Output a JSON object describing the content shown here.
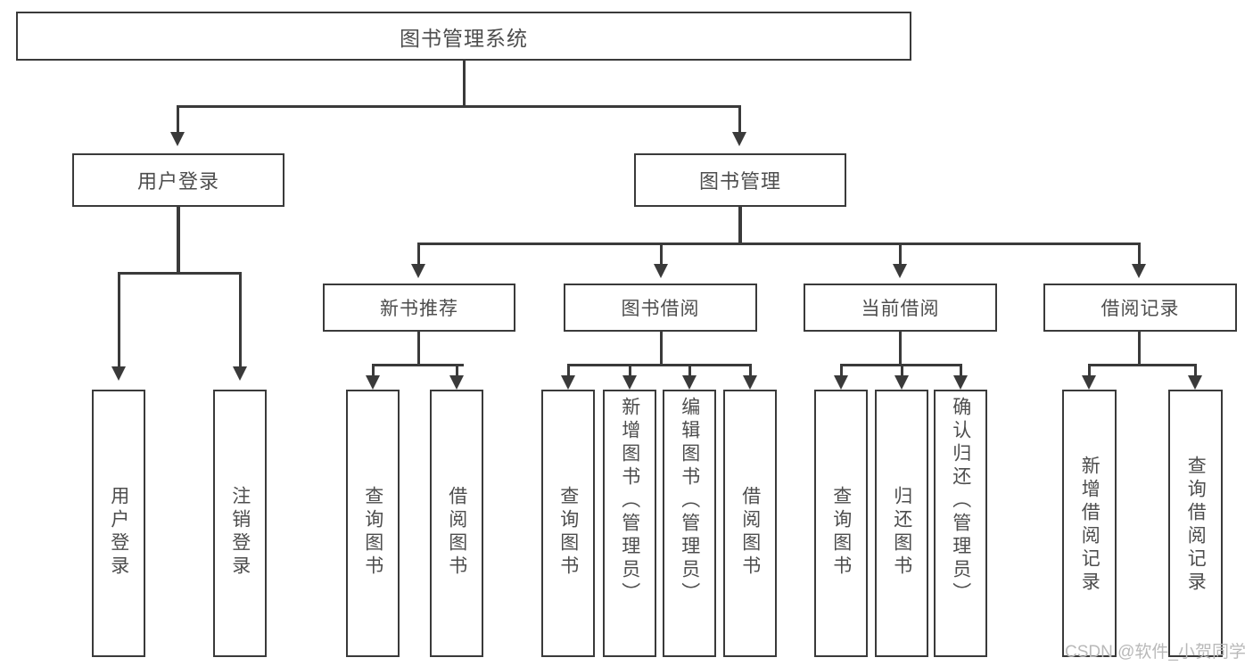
{
  "diagram": {
    "type": "tree-hierarchy",
    "title": "图书管理系统",
    "root": {
      "label": "图书管理系统"
    },
    "level2": [
      {
        "id": "user-login",
        "label": "用户登录"
      },
      {
        "id": "book-management",
        "label": "图书管理"
      }
    ],
    "level3": [
      {
        "id": "new-book-recommend",
        "label": "新书推荐"
      },
      {
        "id": "book-borrow",
        "label": "图书借阅"
      },
      {
        "id": "current-borrow",
        "label": "当前借阅"
      },
      {
        "id": "borrow-record",
        "label": "借阅记录"
      }
    ],
    "leaves": {
      "user_login": [
        {
          "id": "leaf-user-login",
          "label": "用户登录"
        },
        {
          "id": "leaf-logout-login",
          "label": "注销登录"
        }
      ],
      "new_book_recommend": [
        {
          "id": "leaf-query-book-1",
          "label": "查询图书"
        },
        {
          "id": "leaf-borrow-book-1",
          "label": "借阅图书"
        }
      ],
      "book_borrow": [
        {
          "id": "leaf-query-book-2",
          "label": "查询图书"
        },
        {
          "id": "leaf-add-book",
          "label": "新增图书（管理员）"
        },
        {
          "id": "leaf-edit-book",
          "label": "编辑图书（管理员）"
        },
        {
          "id": "leaf-borrow-book-2",
          "label": "借阅图书"
        }
      ],
      "current_borrow": [
        {
          "id": "leaf-query-book-3",
          "label": "查询图书"
        },
        {
          "id": "leaf-return-book",
          "label": "归还图书"
        },
        {
          "id": "leaf-confirm-return",
          "label": "确认归还（管理员）"
        }
      ],
      "borrow_record": [
        {
          "id": "leaf-add-record",
          "label": "新增借阅记录"
        },
        {
          "id": "leaf-query-record",
          "label": "查询借阅记录"
        }
      ]
    }
  },
  "watermark": {
    "text": "CSDN @软件_小贺同学"
  },
  "colors": {
    "stroke": "#3a3a3a",
    "text": "#4d4d4d",
    "background": "#ffffff",
    "watermark": "#b9b9b9"
  }
}
